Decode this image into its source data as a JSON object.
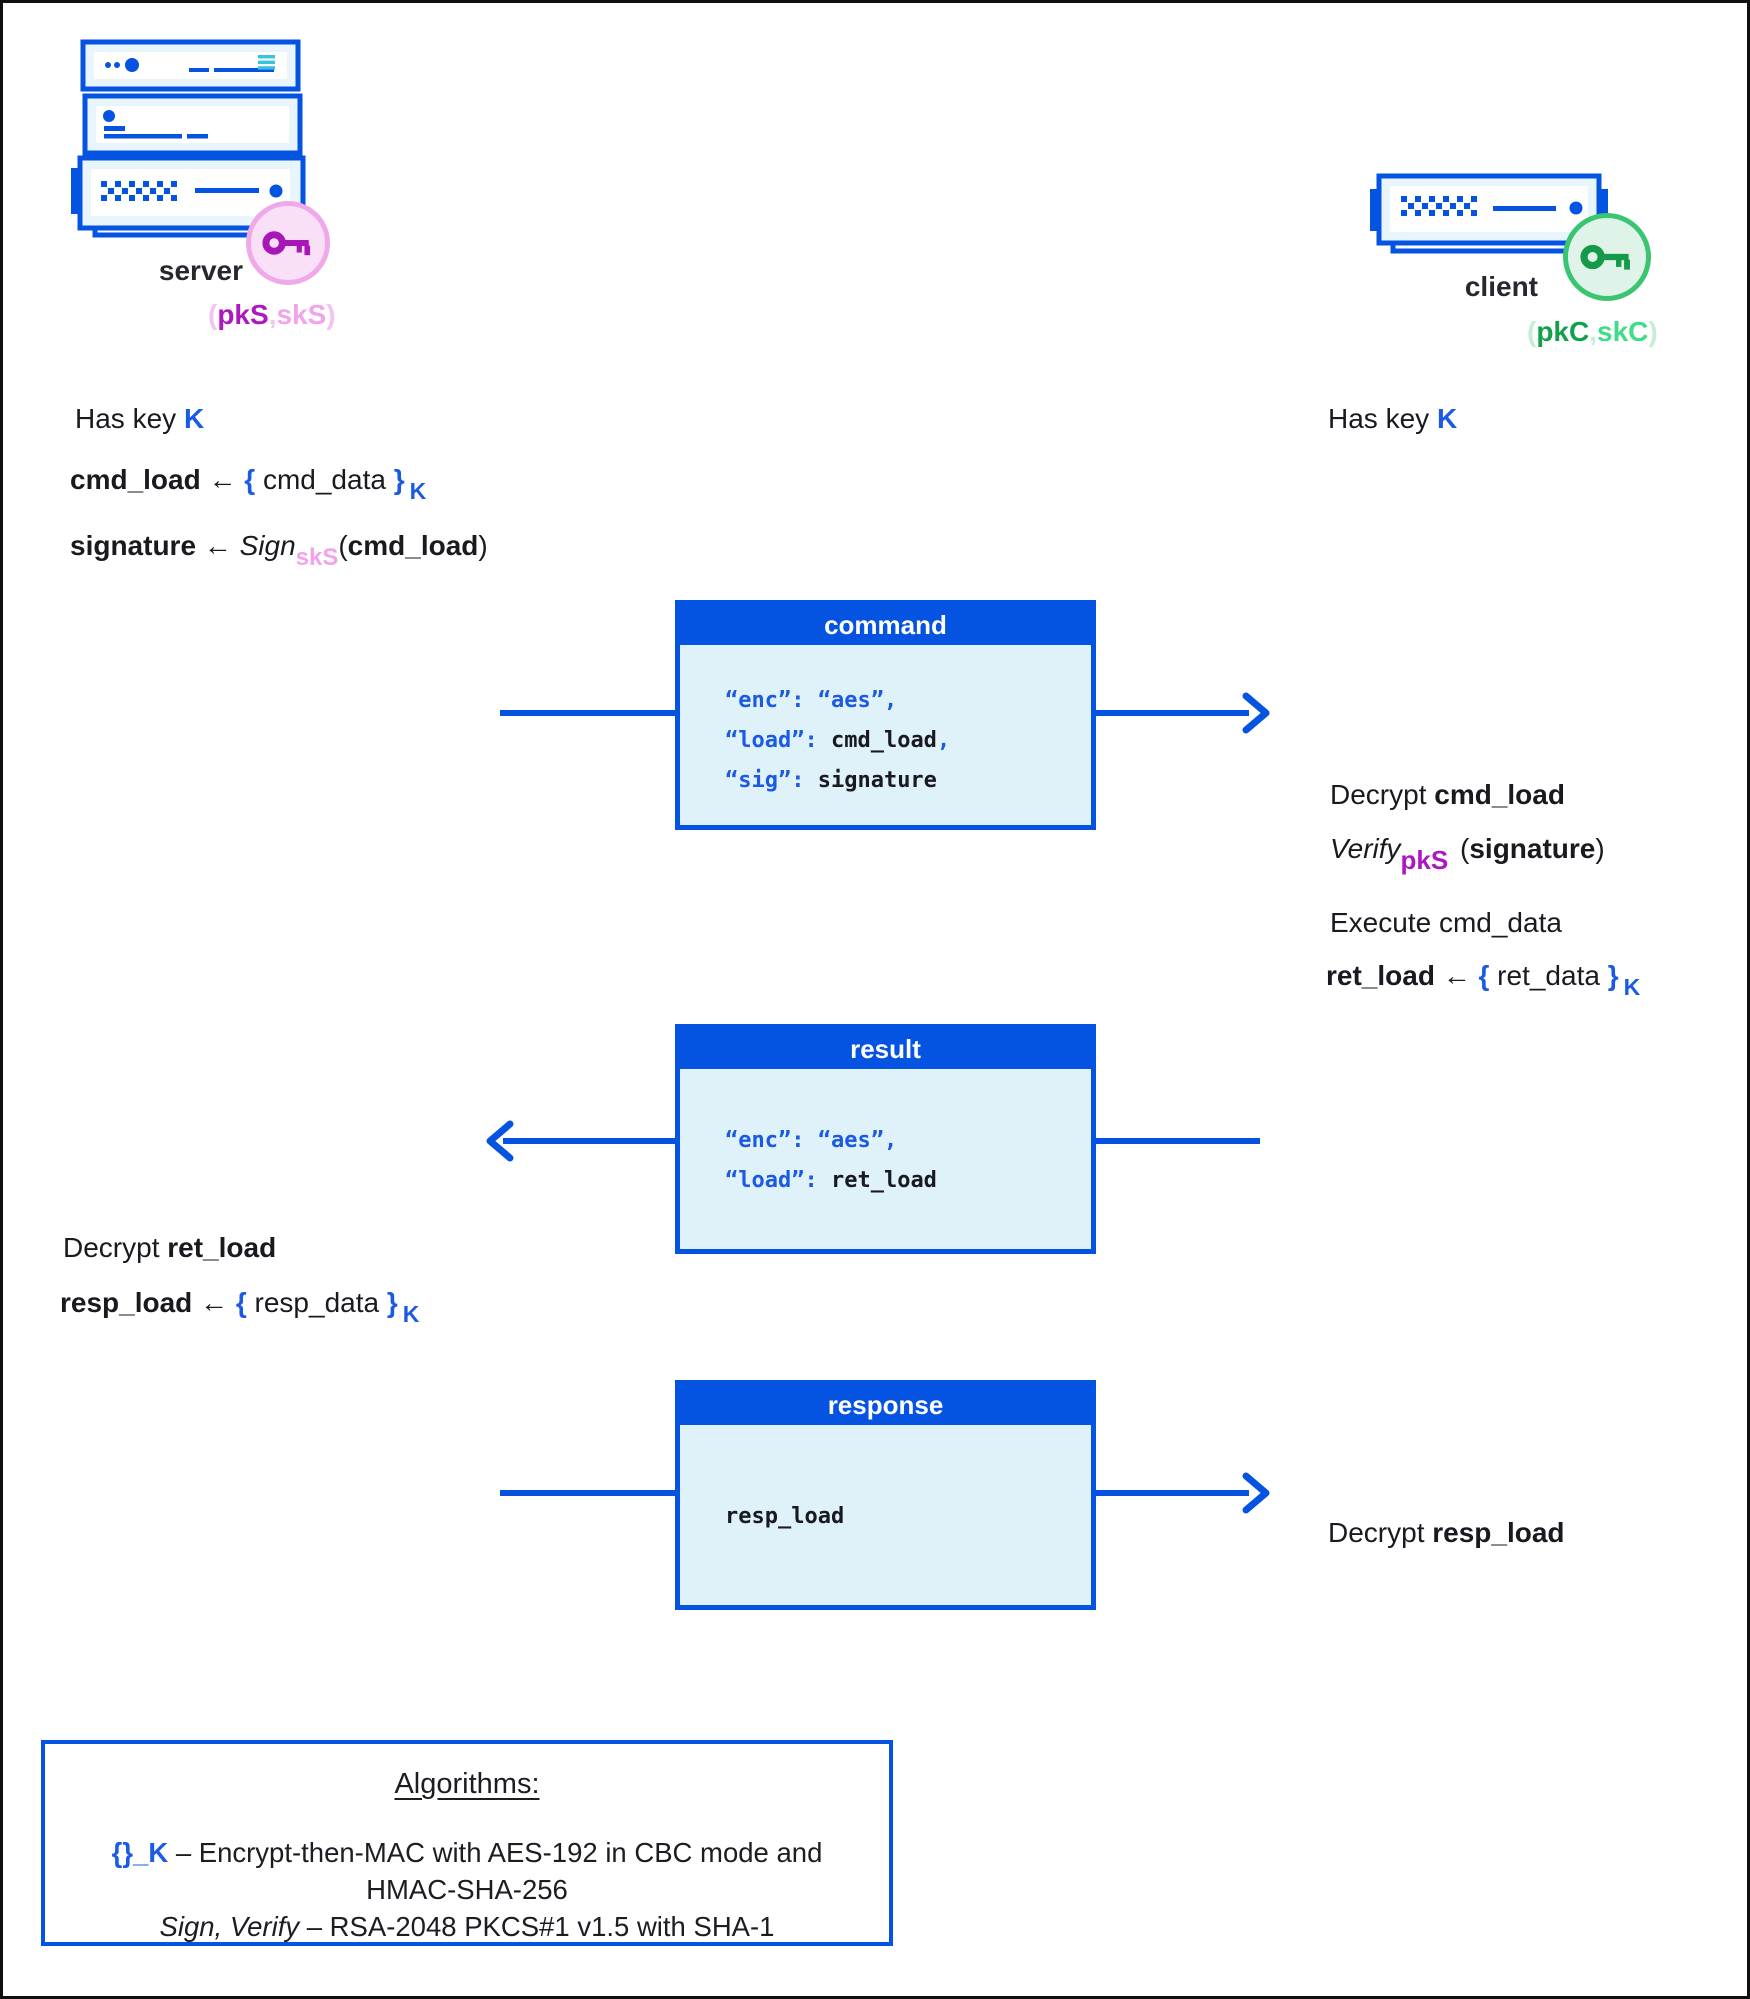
{
  "colors": {
    "blue_primary": "#0553E1",
    "blue_code": "#1A5AE5",
    "box_fill": "#DFF1F9",
    "text_dark": "#181A1F",
    "magenta": "#AC17BF",
    "pink": "#F2A3EC",
    "pink_pale": "#F3C4EF",
    "green": "#13A04B",
    "green_light": "#40DC88",
    "green_pale": "#C4EED3",
    "server_badge_bg": "#F9E0F7",
    "server_badge_border": "#EFA9E9",
    "client_badge_bg": "#DFF3E8",
    "client_badge_border": "#3AC573",
    "cyan_detail": "#37C3DE"
  },
  "icons": {
    "server": "server-stack-icon",
    "client": "server-unit-icon",
    "server_key": "key-icon",
    "client_key": "key-icon"
  },
  "actors": {
    "server": {
      "label": "server",
      "keypair": {
        "open": "(",
        "pk": "pkS",
        "comma": ",",
        "sk": "skS",
        "close": ")"
      }
    },
    "client": {
      "label": "client",
      "keypair": {
        "open": "(",
        "pk": "pkC",
        "comma": ",",
        "sk": "skC",
        "close": ")"
      }
    }
  },
  "notes": {
    "has_key_left": {
      "text": "Has key ",
      "key": "K"
    },
    "has_key_right": {
      "text": "Has key ",
      "key": "K"
    },
    "cmd": {
      "lhs": "cmd_load",
      "arrow": " ← ",
      "brace_open": "{",
      "body": " cmd_data ",
      "brace_close": "}",
      "sub": "K"
    },
    "sign": {
      "lhs": "signature",
      "arrow": " ← ",
      "fn": "Sign",
      "sub": "skS",
      "paren_open": "(",
      "arg": "cmd_load",
      "paren_close": ")"
    },
    "decrypt_cmd": {
      "text": "Decrypt ",
      "arg": "cmd_load"
    },
    "verify": {
      "fn": "Verify",
      "sub": "pkS",
      "paren_open": " (",
      "arg": "signature",
      "paren_close": ")"
    },
    "execute": "Execute cmd_data",
    "ret": {
      "lhs": "ret_load",
      "arrow": " ← ",
      "brace_open": "{",
      "body": " ret_data ",
      "brace_close": "}",
      "sub": "K"
    },
    "decrypt_ret": {
      "text": "Decrypt ",
      "arg": "ret_load"
    },
    "resp": {
      "lhs": "resp_load",
      "arrow": " ← ",
      "brace_open": "{",
      "body": " resp_data ",
      "brace_close": "}",
      "sub": "K"
    },
    "decrypt_resp": {
      "text": "Decrypt ",
      "arg": "resp_load"
    }
  },
  "messages": {
    "command": {
      "title": "command",
      "line1": "“enc”: “aes”,",
      "line2_key": "“load”: ",
      "line2_val": "cmd_load",
      "line2_tail": ",",
      "line3_key": "“sig”: ",
      "line3_val": "signature"
    },
    "result": {
      "title": "result",
      "line1": "“enc”: “aes”,",
      "line2_key": "“load”: ",
      "line2_val": "ret_load"
    },
    "response": {
      "title": "response",
      "line": "resp_load"
    }
  },
  "algorithms": {
    "title": "Algorithms:",
    "k_code": "{}_K",
    "line1a": " – Encrypt-then-MAC with AES-192 in CBC mode and",
    "line1b": "HMAC-SHA-256",
    "sign_verify": "Sign, Verify",
    "line2": " – RSA-2048 PKCS#1 v1.5 with SHA-1"
  }
}
